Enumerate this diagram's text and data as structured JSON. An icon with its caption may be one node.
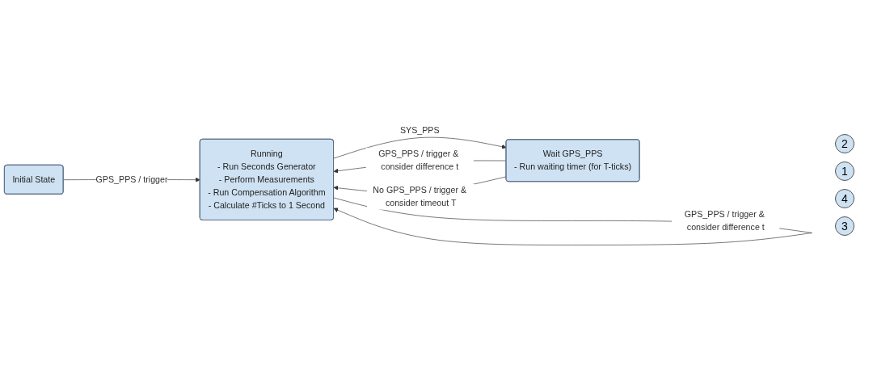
{
  "diagram": {
    "nodes": [
      {
        "text": [
          "Initial State"
        ]
      },
      {
        "text": [
          "Running",
          "- Run Seconds Generator",
          "- Perform Measurements",
          "- Run Compensation Algorithm",
          "- Calculate #Ticks to 1 Second"
        ]
      },
      {
        "text": [
          "Wait GPS_PPS",
          "- Run waiting timer (for T-ticks)"
        ]
      }
    ],
    "edges": [
      {
        "from": 0,
        "to": 1,
        "arrow": "to",
        "label": "GPS_PPS / trigger"
      },
      {
        "from": 1,
        "to": 1,
        "arrow": "to",
        "label": "GPS_PPS / trigger & consider difference t"
      },
      {
        "from": 1,
        "to": 2,
        "arrow": "to",
        "label": "SYS_PPS"
      },
      {
        "from": 2,
        "to": 1,
        "arrow": "to",
        "label": "GPS_PPS / trigger & consider difference t"
      },
      {
        "from": 2,
        "to": 1,
        "arrow": "to",
        "label": "No GPS_PPS / trigger & consider timeout T"
      }
    ],
    "labels": [
      "2",
      "1",
      "4",
      "3"
    ]
  }
}
